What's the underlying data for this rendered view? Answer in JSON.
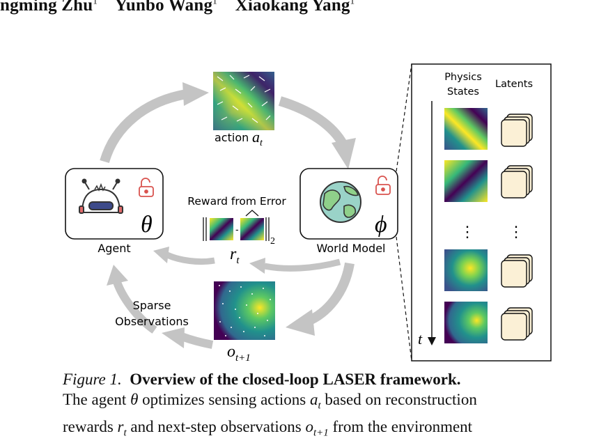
{
  "header": {
    "authors": [
      {
        "name": "ngming Zhu",
        "aff": "1"
      },
      {
        "name": "Yunbo Wang",
        "aff": "1"
      },
      {
        "name": "Xiaokang Yang",
        "aff": "1"
      }
    ]
  },
  "figure": {
    "action_label": "action",
    "action_symbol": "a",
    "action_sub": "t",
    "agent_label": "Agent",
    "agent_param": "θ",
    "world_label": "World Model",
    "world_param": "ϕ",
    "reward_title": "Reward from Error",
    "reward_minus": "-",
    "reward_norm_sub": "2",
    "reward_symbol": "r",
    "reward_sub": "t",
    "obs_label_line1": "Sparse",
    "obs_label_line2": "Observations",
    "obs_symbol": "o",
    "obs_sub": "t+1",
    "panel_col1_line1": "Physics",
    "panel_col1_line2": "States",
    "panel_col2": "Latents",
    "panel_time_symbol": "t",
    "panel_ellipsis": "⋮"
  },
  "caption": {
    "fig_label": "Figure 1.",
    "title": "Overview of the closed-loop LASER framework.",
    "line2_a": "The agent ",
    "line2_theta": "θ",
    "line2_b": " optimizes sensing actions ",
    "line2_at": "a",
    "line2_at_sub": "t",
    "line2_c": " based on reconstruction",
    "line3_a": "rewards ",
    "line3_rt": "r",
    "line3_rt_sub": "t",
    "line3_b": " and next-step observations ",
    "line3_o": "o",
    "line3_o_sub": "t+1",
    "line3_c": " from the environment"
  },
  "colors": {
    "arrow_gray": "#c4c4c4",
    "viridis_dark": "#440154",
    "viridis_mid": "#21918c",
    "viridis_bright": "#fde725",
    "latent_fill": "#fbf0d6",
    "lock_red": "#d9534f"
  }
}
